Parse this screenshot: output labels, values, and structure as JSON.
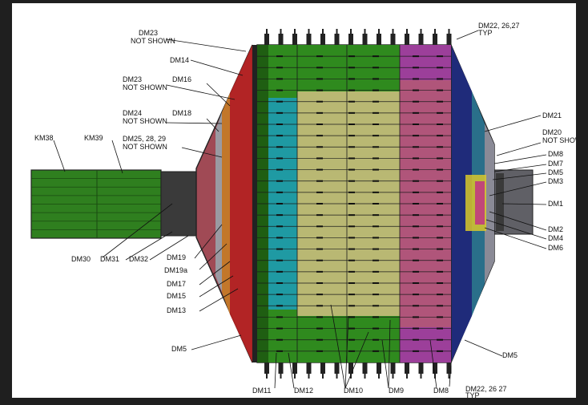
{
  "palette": {
    "background": "#1f1f1f",
    "sheet": "#ffffff",
    "outline": "#222222",
    "module_green": "#2f8a1e",
    "module_green_dark": "#1f5e12",
    "module_teal": "#1f9aa3",
    "module_olive": "#b9b873",
    "module_pink": "#b0557a",
    "module_magenta": "#9c3f9a",
    "end_cap": "#b56a6f",
    "end_cap_left": "#a04a55",
    "face_red": "#b42020",
    "face_orange": "#c2772a",
    "face_grey": "#9a9aa2",
    "dark_block": "#3a3a3a",
    "pipe_green": "#2f7f1f"
  },
  "labels": {
    "dm23_top": [
      "DM23",
      "NOT SHOWN"
    ],
    "dm14": "DM14",
    "dm23_mid": [
      "DM23",
      "NOT SHOWN"
    ],
    "dm16": "DM16",
    "dm24": [
      "DM24",
      "NOT SHOWN"
    ],
    "dm18": "DM18",
    "dm25": [
      "DM25, 28, 29",
      "NOT SHOWN"
    ],
    "km38": "KM38",
    "km39": "KM39",
    "dm30": "DM30",
    "dm31": "DM31",
    "dm32": "DM32",
    "dm19": "DM19",
    "dm19a": "DM19a",
    "dm17": "DM17",
    "dm15": "DM15",
    "dm13": "DM13",
    "dm5_left": "DM5",
    "dm22_top": [
      "DM22, 26,27",
      "TYP"
    ],
    "dm21": "DM21",
    "dm20": [
      "DM20",
      "NOT SHOWN"
    ],
    "dm8_right": "DM8",
    "dm7": "DM7",
    "dm5_right": "DM5",
    "dm3": "DM3",
    "dm1": "DM1",
    "dm2": "DM2",
    "dm4": "DM4",
    "dm6": "DM6",
    "dm5_bottom_right": "DM5",
    "dm11": "DM11",
    "dm12": "DM12",
    "dm10": "DM10",
    "dm9": "DM9",
    "dm8_bottom": "DM8",
    "dm22_bottom": [
      "DM22, 26 27",
      "TYP"
    ]
  }
}
